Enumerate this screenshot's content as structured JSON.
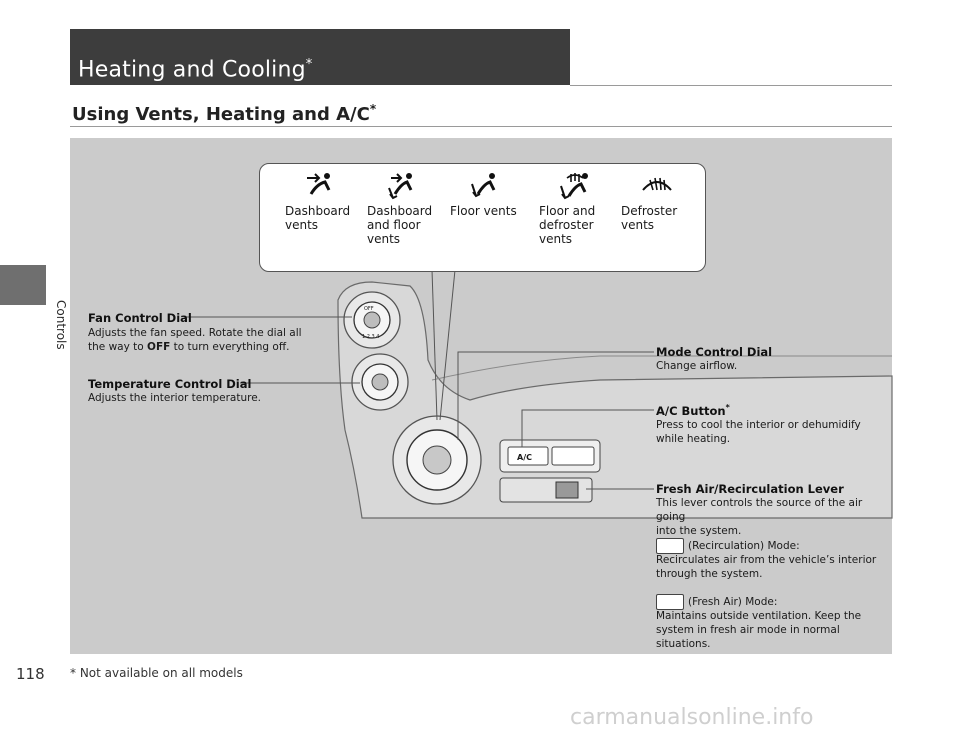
{
  "sidebar": {
    "label": "Controls"
  },
  "header": {
    "title": "Heating and Cooling",
    "title_mark": "*"
  },
  "subheader": {
    "title": "Using Vents, Heating and A/C",
    "mark": "*"
  },
  "modes": [
    {
      "icon": "dashboard-vents-icon",
      "label": "Dashboard\nvents"
    },
    {
      "icon": "dashboard-floor-vents-icon",
      "label": "Dashboard\nand floor\nvents"
    },
    {
      "icon": "floor-vents-icon",
      "label": "Floor vents"
    },
    {
      "icon": "floor-defroster-vents-icon",
      "label": "Floor and\ndefroster\nvents"
    },
    {
      "icon": "defroster-vents-icon",
      "label": "Defroster\nvents"
    }
  ],
  "callouts": {
    "fan": {
      "title": "Fan Control Dial",
      "desc": "Adjusts the fan speed. Rotate the dial all\nthe way to ",
      "desc_bold": "OFF",
      "desc_tail": " to turn everything off."
    },
    "temp": {
      "title": "Temperature Control Dial",
      "desc": "Adjusts the interior temperature."
    },
    "mode": {
      "title": "Mode Control Dial",
      "desc": "Change airflow."
    },
    "ac": {
      "title": "A/C Button",
      "mark": "*",
      "desc": "Press to cool the interior or dehumidify\nwhile heating."
    },
    "fresh": {
      "title": "Fresh Air/Recirculation Lever",
      "desc": "This lever controls the source of the air going\ninto the system."
    },
    "recirc": {
      "mode": "(Recirculation) Mode:",
      "desc": "Recirculates air from the vehicle’s interior\nthrough the system."
    },
    "freshair": {
      "mode": "(Fresh Air) Mode:",
      "desc": "Maintains outside ventilation. Keep the\nsystem in fresh air mode in normal situations."
    }
  },
  "panel_labels": {
    "ac_button": "A/C",
    "fan_off": "OFF",
    "fan_numbers": "1 2 3 4"
  },
  "footer": {
    "page": "118",
    "note": "* Not available on all models"
  },
  "watermark": "carmanualsonline.info"
}
